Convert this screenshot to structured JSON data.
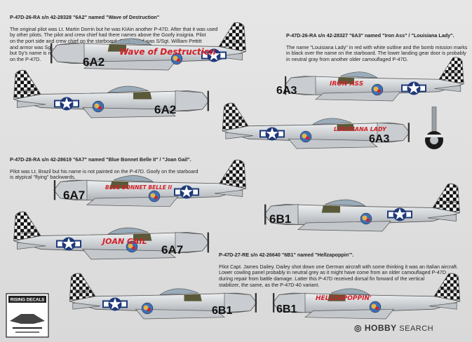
{
  "captions": {
    "c1": {
      "title": "P-47D-26-RA s/n 42-28328 \"6A2\" named \"Wave of Destruction\"",
      "body": "The original pilot was Lt. Martin Dorrin but he was KIAin another P-47D.  After that it was used\nby other pilots. The pilot and crew chief had there names above the Goofy insignia. Pilot\non the port side and crew chief on the starboard. Crew Chief was S/Sgt. William Pettitt\nand armor was Sgt. Sy Tarshis,\nbut Sy's name is not painted\non the P-47D."
    },
    "c2": {
      "title": "P-47D-26-RA s/n 42-28327 \"6A3\" named \"Iron Ass\" / \"Louisiana Lady\".",
      "body": "The name \"Louisiana Lady\" in red with white outline and the bomb mission marks\nin black over the name on the starboard.  The lower landing gear door is probably\nin neutral gray from another older camouflaged P-47D."
    },
    "c3": {
      "title": "P-47D-28-RA s/n 42-28619 \"6A7\" named \"Blue Bonnet Belle II\" / \"Joan Gail\".",
      "body": "Pilot was Lt. Brazil but his name is not painted on the P-47D. Goofy on the starboard\nis atypical \"flying\" backwards."
    },
    "c4": {
      "title": "P-47D-27-RE s/n 42-26640 \"6B1\" named \"Hellzapoppin'\".",
      "body": "Pilot Capt. James Dailey. Dailey shot down one German aircraft with some thinking it was an Italian aircraft.\nLower cowling panel probably in neutral grey as it might have come from an older camouflaged P-47D\nduring repair from battle damage. Latter this P-47D received dorsal fin forward of the vertical\nstabilizer, the same, as the P-47D-40 variant."
    }
  },
  "planes": {
    "p1": {
      "code": "6A2",
      "name": "Wave of Destruction",
      "serial": "228328"
    },
    "p2": {
      "code": "6A3",
      "name": "IRON ASS",
      "serial": "228327"
    },
    "p3": {
      "code": "6A2",
      "name": "",
      "serial": "228328"
    },
    "p4": {
      "code": "6A3",
      "name": "LOUISIANA LADY",
      "serial": "228327"
    },
    "p5": {
      "code": "6A7",
      "name": "BLUE BONNET BELLE II",
      "serial": "228619"
    },
    "p6": {
      "code": "6B1",
      "name": "",
      "serial": "226640"
    },
    "p7": {
      "code": "6A7",
      "name": "JOAN GAIL",
      "serial": "228619"
    },
    "p8": {
      "code": "6B1",
      "name": "",
      "serial": "226640"
    },
    "p9": {
      "code": "6B1",
      "name": "HELLZAPOPPIN'",
      "serial": "226640"
    }
  },
  "logo": {
    "line1": "RISING DECALS"
  },
  "watermark": {
    "brand": "HOBBY",
    "suffix": "SEARCH"
  },
  "colors": {
    "aluminium": "#cfd3d6",
    "insignia_blue": "#1f3a7a",
    "checker": "#111111",
    "name_red": "#d41f26",
    "olive": "#5a5a3a"
  }
}
